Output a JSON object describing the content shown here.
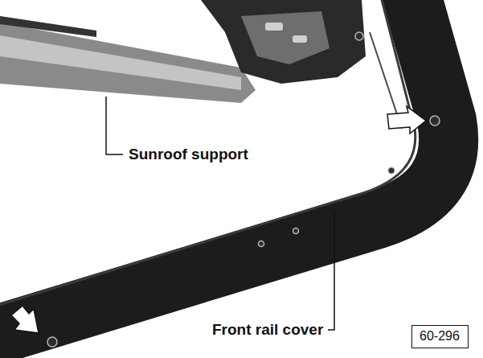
{
  "diagram": {
    "nodes": [
      {
        "text": [
          "60-296"
        ]
      }
    ],
    "labels": [
      "Sunroof support",
      "Front rail cover"
    ]
  }
}
